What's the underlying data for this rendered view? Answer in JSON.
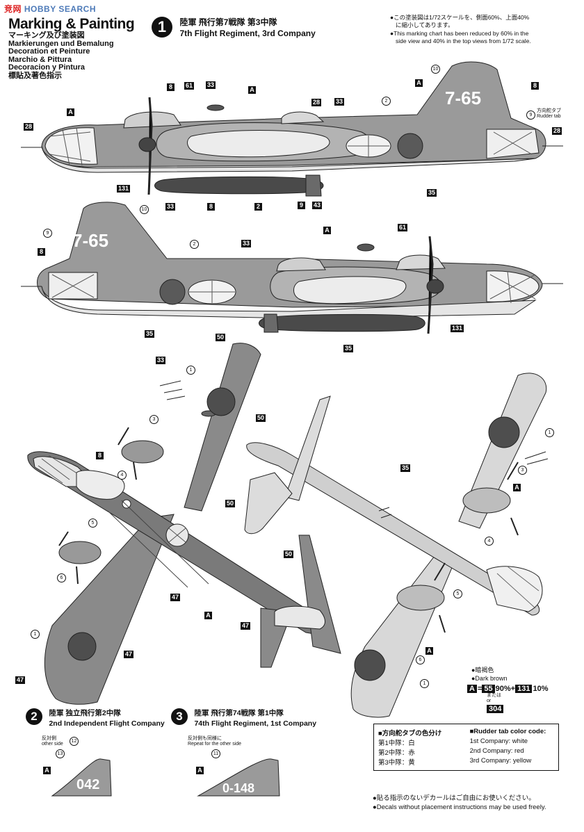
{
  "watermark": {
    "prefix": "竞网",
    "brand": "HOBBY SEARCH"
  },
  "header": {
    "title": "Marking & Painting",
    "langs": [
      "マーキング及び塗装図",
      "Markierungen und Bemalung",
      "Decoration et Peinture",
      "Marchio & Pittura",
      "Decoracion y Pintura",
      "標貼及著色指示"
    ]
  },
  "scheme1": {
    "num": "1",
    "jp": "陸軍 飛行第7戦隊 第3中隊",
    "en": "7th Flight Regiment, 3rd Company"
  },
  "scale_note": {
    "jp1": "●この塗装図は1/72スケールを、側面60%、上面40%",
    "jp2": "に縮小してあります。",
    "en1": "●This marking chart has been reduced by 60% in the",
    "en2": "side view and 40% in the top views from 1/72 scale."
  },
  "rudder": {
    "jp": "方向舵タブ",
    "en": "Rudder tab"
  },
  "tail_code": "7-65",
  "scheme2": {
    "num": "2",
    "jp": "陸軍 独立飛行第2中隊",
    "en": "2nd Independent Flight Company",
    "note_jp": "反対側",
    "note_en": "other side",
    "tail": "042"
  },
  "scheme3": {
    "num": "3",
    "jp": "陸軍 飛行第74戦隊 第1中隊",
    "en": "74th Flight Regiment, 1st Company",
    "note_jp": "反対側も同様に",
    "note_en": "Repeat for the other side",
    "tail": "0-148"
  },
  "color_legend": {
    "jp": "●暗褐色",
    "en": "●Dark brown",
    "letter": "A",
    "formula_a": "55",
    "formula_b": "90%+",
    "formula_c": "131",
    "formula_d": "10%",
    "or_jp": "または",
    "or_en": "or",
    "alt": "304"
  },
  "rudder_table": {
    "title_jp": "■方向舵タブの色分け",
    "title_en": "■Rudder tab color code:",
    "rows": [
      {
        "jp": "第1中隊：白",
        "en": "1st Company: white"
      },
      {
        "jp": "第2中隊：赤",
        "en": "2nd Company: red"
      },
      {
        "jp": "第3中隊：黄",
        "en": "3rd Company: yellow"
      }
    ]
  },
  "footer": {
    "jp": "●貼る指示のないデカールはご自由にお使いください。",
    "en": "●Decals without placement instructions may be used freely."
  },
  "labels": {
    "l8": "8",
    "l61": "61",
    "l33": "33",
    "lA": "A",
    "l28": "28",
    "l2": "2",
    "l10": "10",
    "l9": "9",
    "l131": "131",
    "l43": "43",
    "l35": "35",
    "l50": "50",
    "l3": "3",
    "l4": "4",
    "l5": "5",
    "l6": "6",
    "l47": "47",
    "l1": "1",
    "l11": "11",
    "l12": "12",
    "l13": "13"
  }
}
